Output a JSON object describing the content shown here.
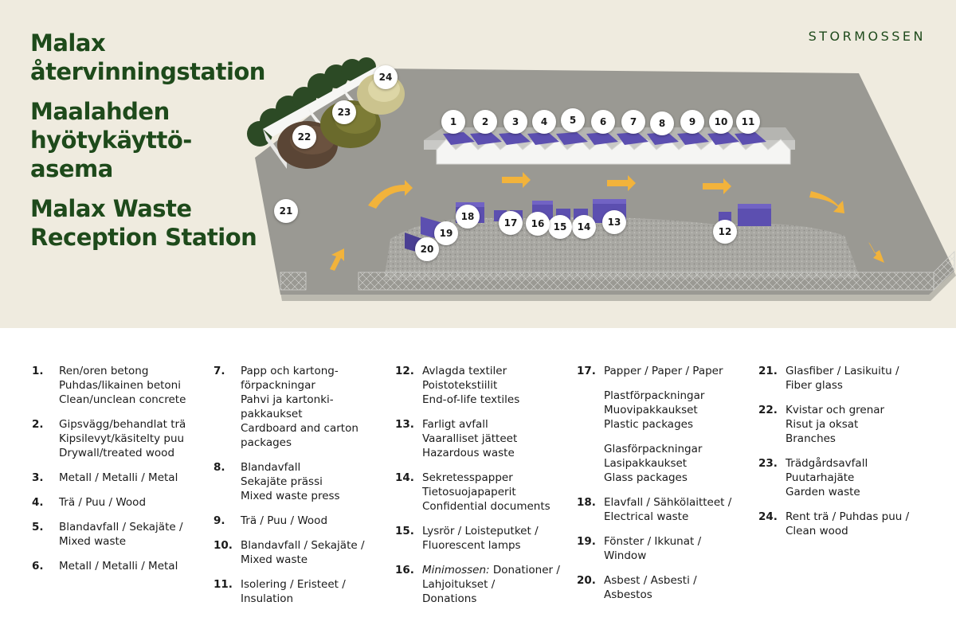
{
  "header": {
    "title_sv": "Malax återvinningstation",
    "title_fi": "Maalahden hyötykäyttö-asema",
    "title_en": "Malax Waste Reception Station",
    "brand": "STORMOSSEN"
  },
  "map_labels": [
    "1",
    "2",
    "3",
    "4",
    "5",
    "6",
    "7",
    "8",
    "9",
    "10",
    "11",
    "12",
    "13",
    "14",
    "15",
    "16",
    "17",
    "18",
    "19",
    "20",
    "21",
    "22",
    "23",
    "24"
  ],
  "colors": {
    "title_green": "#1e4a1b",
    "top_background": "#efebdf",
    "ground": "#9a9993",
    "container": "#5c4fb0",
    "arrow": "#f2b33b"
  },
  "legend": {
    "c1": [
      {
        "num": "1.",
        "lines": [
          "Ren/oren betong",
          "Puhdas/likainen betoni",
          "Clean/unclean concrete"
        ]
      },
      {
        "num": "2.",
        "lines": [
          "Gipsvägg/behandlat trä",
          "Kipsilevyt/käsitelty puu",
          "Drywall/treated wood"
        ]
      },
      {
        "num": "3.",
        "lines": [
          "Metall / Metalli / Metal"
        ]
      },
      {
        "num": "4.",
        "lines": [
          "Trä / Puu / Wood"
        ]
      },
      {
        "num": "5.",
        "lines": [
          "Blandavfall / Sekajäte /",
          "Mixed waste"
        ]
      },
      {
        "num": "6.",
        "lines": [
          "Metall / Metalli / Metal"
        ]
      }
    ],
    "c2": [
      {
        "num": "7.",
        "lines": [
          "Papp och kartong-",
          "förpackningar",
          "Pahvi ja kartonki-",
          "pakkaukset",
          "Cardboard and carton",
          "packages"
        ]
      },
      {
        "num": "8.",
        "lines": [
          "Blandavfall",
          "Sekajäte prässi",
          "Mixed waste press"
        ]
      },
      {
        "num": "9.",
        "lines": [
          "Trä / Puu / Wood"
        ]
      },
      {
        "num": "10.",
        "lines": [
          "Blandavfall / Sekajäte /",
          "Mixed waste"
        ]
      },
      {
        "num": "11.",
        "lines": [
          "Isolering / Eristeet /",
          "Insulation"
        ]
      }
    ],
    "c3": [
      {
        "num": "12.",
        "lines": [
          "Avlagda textiler",
          "Poistotekstiilit",
          "End-of-life textiles"
        ]
      },
      {
        "num": "13.",
        "lines": [
          "Farligt avfall",
          "Vaaralliset jätteet",
          "Hazardous waste"
        ]
      },
      {
        "num": "14.",
        "lines": [
          "Sekretesspapper",
          "Tietosuojapaperit",
          "Confidential documents"
        ]
      },
      {
        "num": "15.",
        "lines": [
          "Lysrör / Loisteputket /",
          "Fluorescent lamps"
        ]
      },
      {
        "num": "16.",
        "italic": "Minimossen:",
        "first_rest": " Donationer /",
        "lines": [
          "Lahjoitukset /",
          "Donations"
        ]
      }
    ],
    "c4": [
      {
        "num": "17.",
        "lines": [
          "Papper / Paper / Paper"
        ],
        "subs": [
          [
            "Plastförpackningar",
            "Muovipakkaukset",
            "Plastic packages"
          ],
          [
            "Glasförpackningar",
            "Lasipakkaukset",
            "Glass packages"
          ]
        ]
      },
      {
        "num": "18.",
        "lines": [
          "Elavfall / Sähkölaitteet /",
          "Electrical waste"
        ]
      },
      {
        "num": "19.",
        "lines": [
          "Fönster / Ikkunat /",
          "Window"
        ]
      },
      {
        "num": "20.",
        "lines": [
          "Asbest / Asbesti /",
          "Asbestos"
        ]
      }
    ],
    "c5": [
      {
        "num": "21.",
        "lines": [
          "Glasfiber / Lasikuitu /",
          "Fiber glass"
        ]
      },
      {
        "num": "22.",
        "lines": [
          "Kvistar och grenar",
          "Risut ja oksat",
          "Branches"
        ]
      },
      {
        "num": "23.",
        "lines": [
          "Trädgårdsavfall",
          "Puutarhajäte",
          "Garden waste"
        ]
      },
      {
        "num": "24.",
        "lines": [
          "Rent trä / Puhdas puu /",
          "Clean wood"
        ]
      }
    ]
  }
}
